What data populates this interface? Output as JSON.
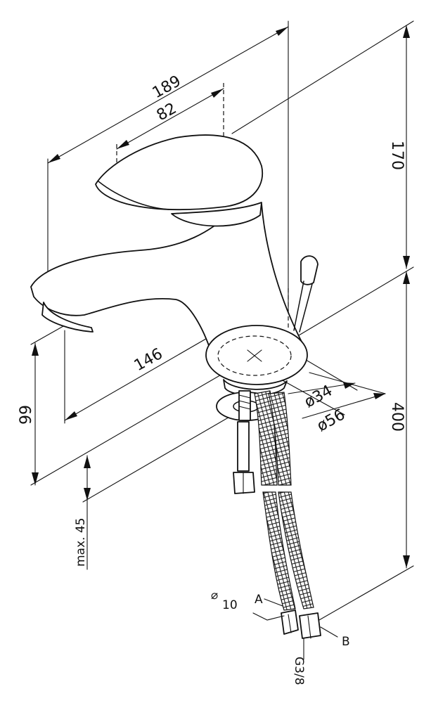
{
  "dimensions": {
    "overall_length": "189",
    "lever_length": "82",
    "spout_reach": "146",
    "spout_height": "99",
    "body_height": "170",
    "hose_length": "400",
    "inner_diameter": "ø34",
    "base_diameter": "ø56",
    "max_thickness": "max. 45",
    "pipe_diameter": "10",
    "thread": "G3/8"
  },
  "labels": {
    "hose_a": "A",
    "hose_b": "B"
  }
}
